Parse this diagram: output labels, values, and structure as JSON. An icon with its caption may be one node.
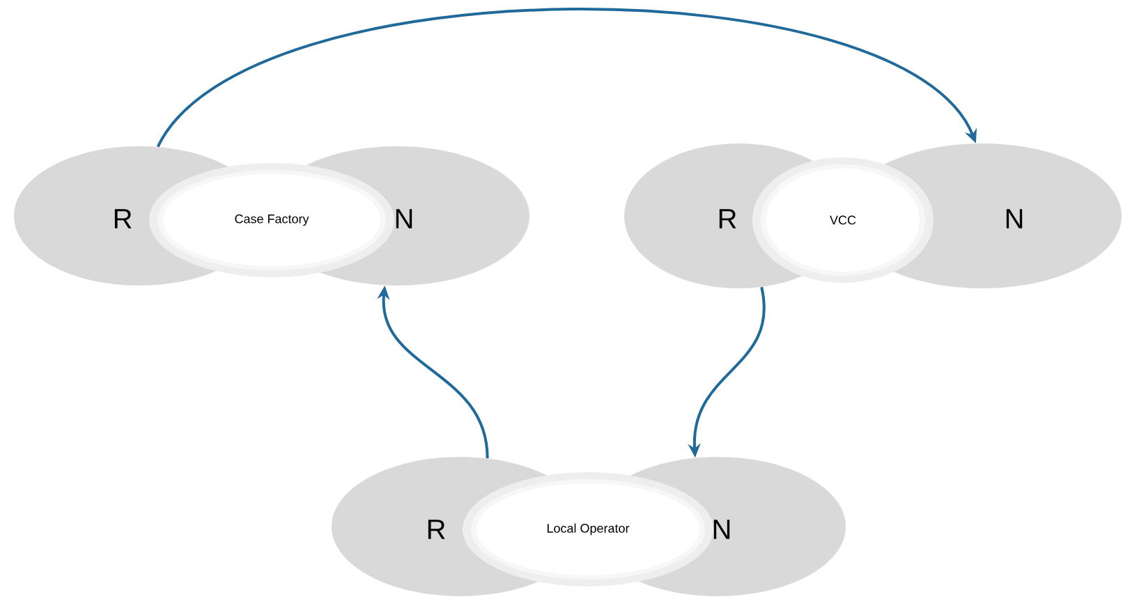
{
  "diagram": {
    "nodes": [
      {
        "text": [
          "R"
        ]
      },
      {
        "text": [
          "Case Factory"
        ]
      },
      {
        "text": [
          "N"
        ]
      },
      {
        "text": [
          "R"
        ]
      },
      {
        "text": [
          "VCC"
        ]
      },
      {
        "text": [
          "N"
        ]
      },
      {
        "text": [
          "R"
        ]
      },
      {
        "text": [
          "Local Operator"
        ]
      },
      {
        "text": [
          "N"
        ]
      }
    ],
    "edges": [
      {
        "from": 0,
        "to": 5,
        "arrow": "to"
      },
      {
        "from": 3,
        "to": 8,
        "arrow": "to"
      },
      {
        "from": 6,
        "to": 2,
        "arrow": "to"
      }
    ]
  }
}
